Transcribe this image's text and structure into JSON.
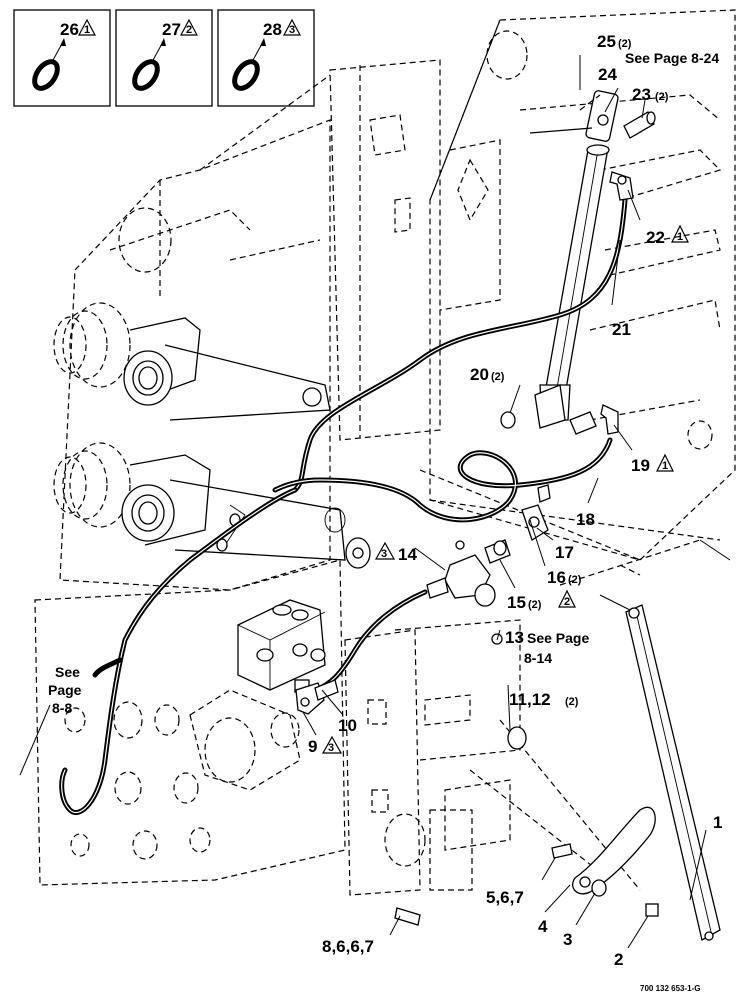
{
  "inset_callouts": [
    {
      "number": "26",
      "note": "1"
    },
    {
      "number": "27",
      "note": "2"
    },
    {
      "number": "28",
      "note": "3"
    }
  ],
  "callouts": {
    "c1": "1",
    "c2": "2",
    "c3": "3",
    "c4": "4",
    "c5": "5,6,7",
    "c8": "8,6,6,7",
    "c9": "9",
    "c9_note": "3",
    "c10": "10",
    "c11": "11,12",
    "c11_qty": "(2)",
    "c13": "13",
    "c13_ref": "See Page",
    "c13_page": "8-14",
    "c14": "14",
    "c14_note": "3",
    "c15": "15",
    "c15_qty": "(2)",
    "c15_note": "2",
    "c16": "16",
    "c16_qty": "(2)",
    "c17": "17",
    "c18": "18",
    "c19": "19",
    "c19_note": "1",
    "c20": "20",
    "c20_qty": "(2)",
    "c21": "21",
    "c22": "22",
    "c22_note": "1",
    "c23": "23",
    "c23_qty": "(2)",
    "c24": "24",
    "c25": "25",
    "c25_qty": "(2)",
    "c25_ref": "See Page 8-24"
  },
  "see_page_left": [
    "See",
    "Page",
    "8-8"
  ],
  "drawing_code": "700 132 653-1-G"
}
